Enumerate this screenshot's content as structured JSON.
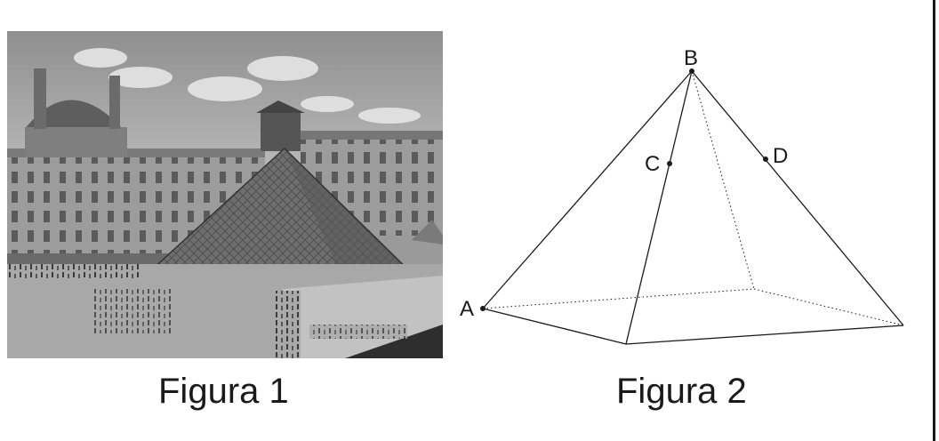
{
  "figure1": {
    "caption": "Figura 1",
    "scene": "louvre-pyramid-photo"
  },
  "figure2": {
    "caption": "Figura 2",
    "points": {
      "A": "A",
      "B": "B",
      "C": "C",
      "D": "D"
    }
  },
  "colors": {
    "ink": "#1a1a1a",
    "photo_sky": "#b9b9b9",
    "photo_building": "#8c8c8c",
    "photo_ground": "#a8a8a8"
  }
}
